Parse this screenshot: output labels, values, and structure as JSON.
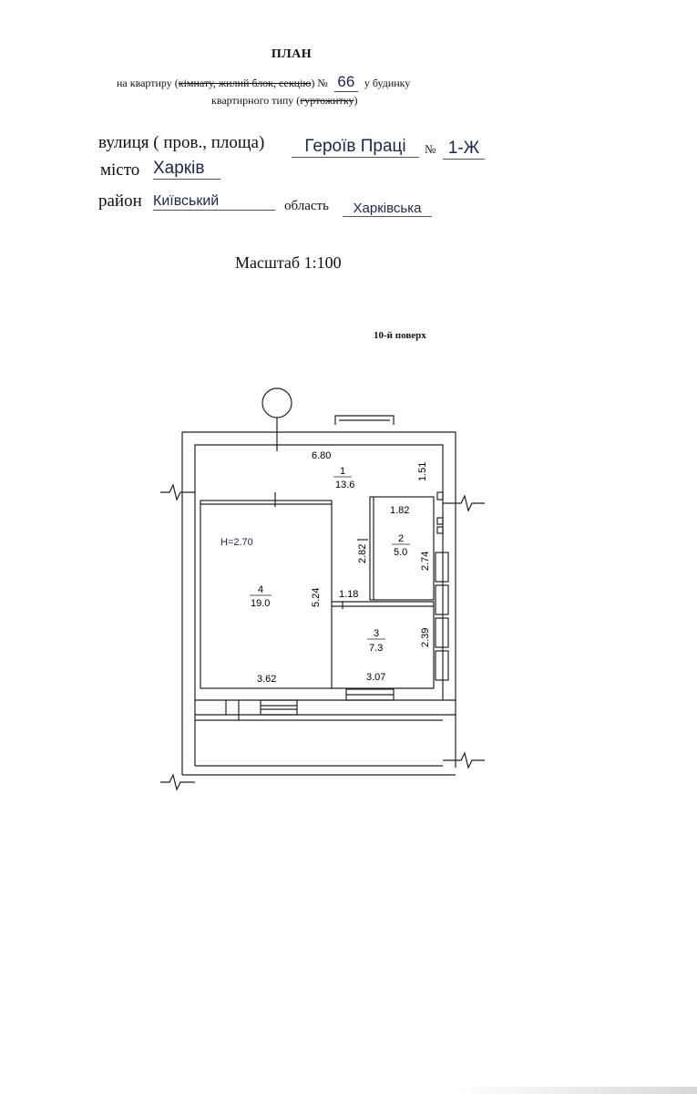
{
  "header": {
    "title": "ПЛАН",
    "line1": {
      "prefix": "на квартиру (",
      "strike": "кімнату, жилий блок, секцію",
      "suffix_before_num": ") №",
      "number": "66",
      "suffix": "у будинку"
    },
    "line2": {
      "prefix": "квартирного типу (",
      "strike": "гуртожитку",
      "suffix": ")"
    }
  },
  "address": {
    "street_label": "вулиця ( пров., площа)",
    "street_value": "Героїв Праці",
    "number_label": "№",
    "number_value": "1-Ж",
    "city_label": "місто",
    "city_value": "Харків",
    "district_label": "район",
    "district_value": "Київський",
    "region_label": "область",
    "region_value": "Харківська"
  },
  "scale": "Масштаб 1:100",
  "floor": "10-й поверх",
  "plan": {
    "height_note": "H=2.70",
    "rooms": [
      {
        "number": "1",
        "area": "13.6"
      },
      {
        "number": "2",
        "area": "5.0"
      },
      {
        "number": "3",
        "area": "7.3"
      },
      {
        "number": "4",
        "area": "19.0"
      }
    ],
    "dimensions": {
      "d_6_80": "6.80",
      "d_1_51": "1.51",
      "d_1_82": "1.82",
      "d_2_82": "2.82",
      "d_2_74": "2.74",
      "d_5_24": "5.24",
      "d_1_18": "1.18",
      "d_2_39": "2.39",
      "d_3_62": "3.62",
      "d_3_07": "3.07"
    }
  }
}
